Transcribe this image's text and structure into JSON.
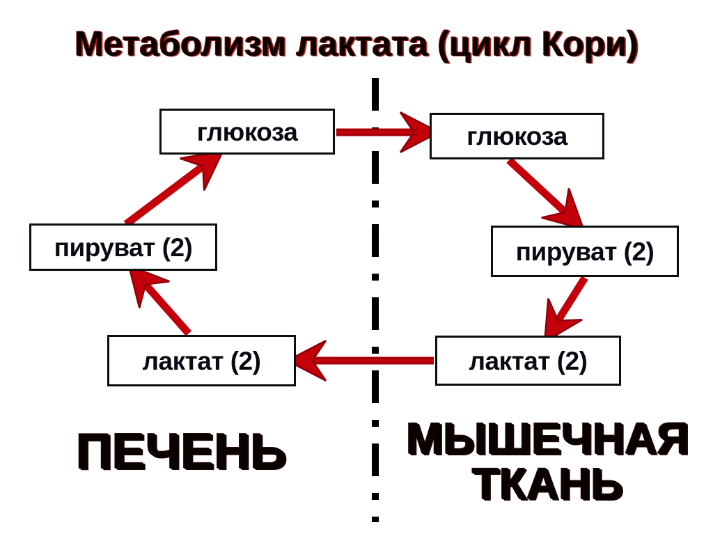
{
  "diagram": {
    "title": "Метаболизм лактата (цикл Кори)",
    "type": "cycle-diagram",
    "background_color": "#ffffff",
    "accent_color": "#c4000b",
    "box_border_color": "#0a0f0a",
    "text_color": "#0a0a14",
    "divider": {
      "name": "tissue-boundary",
      "style": "dash-dot",
      "orientation": "vertical",
      "color": "#000000"
    },
    "compartments": [
      {
        "id": "liver",
        "label": "ПЕЧЕНЬ",
        "side": "left"
      },
      {
        "id": "muscle",
        "label_line1": "МЫШЕЧНАЯ",
        "label_line2": "ТКАНЬ",
        "side": "right"
      }
    ],
    "nodes": [
      {
        "id": "liver-glucose",
        "label": "глюкоза",
        "compartment": "liver"
      },
      {
        "id": "liver-pyruvate",
        "label": "пируват (2)",
        "compartment": "liver"
      },
      {
        "id": "liver-lactate",
        "label": "лактат (2)",
        "compartment": "liver"
      },
      {
        "id": "muscle-glucose",
        "label": "глюкоза",
        "compartment": "muscle"
      },
      {
        "id": "muscle-pyruvate",
        "label": "пируват (2)",
        "compartment": "muscle"
      },
      {
        "id": "muscle-lactate",
        "label": "лактат (2)",
        "compartment": "muscle"
      }
    ],
    "edges": [
      {
        "id": "edge-liver-glucose-to-muscle-glucose",
        "from": "liver-glucose",
        "to": "muscle-glucose",
        "direction": "right",
        "label": ""
      },
      {
        "id": "edge-muscle-glucose-to-muscle-pyruvate",
        "from": "muscle-glucose",
        "to": "muscle-pyruvate",
        "direction": "down-right",
        "label": ""
      },
      {
        "id": "edge-muscle-pyruvate-to-muscle-lactate",
        "from": "muscle-pyruvate",
        "to": "muscle-lactate",
        "direction": "down-left",
        "label": ""
      },
      {
        "id": "edge-muscle-lactate-to-liver-lactate",
        "from": "muscle-lactate",
        "to": "liver-lactate",
        "direction": "left",
        "label": ""
      },
      {
        "id": "edge-liver-lactate-to-liver-pyruvate",
        "from": "liver-lactate",
        "to": "liver-pyruvate",
        "direction": "up-left",
        "label": ""
      },
      {
        "id": "edge-liver-pyruvate-to-liver-glucose",
        "from": "liver-pyruvate",
        "to": "liver-glucose",
        "direction": "up-right",
        "label": ""
      }
    ]
  }
}
